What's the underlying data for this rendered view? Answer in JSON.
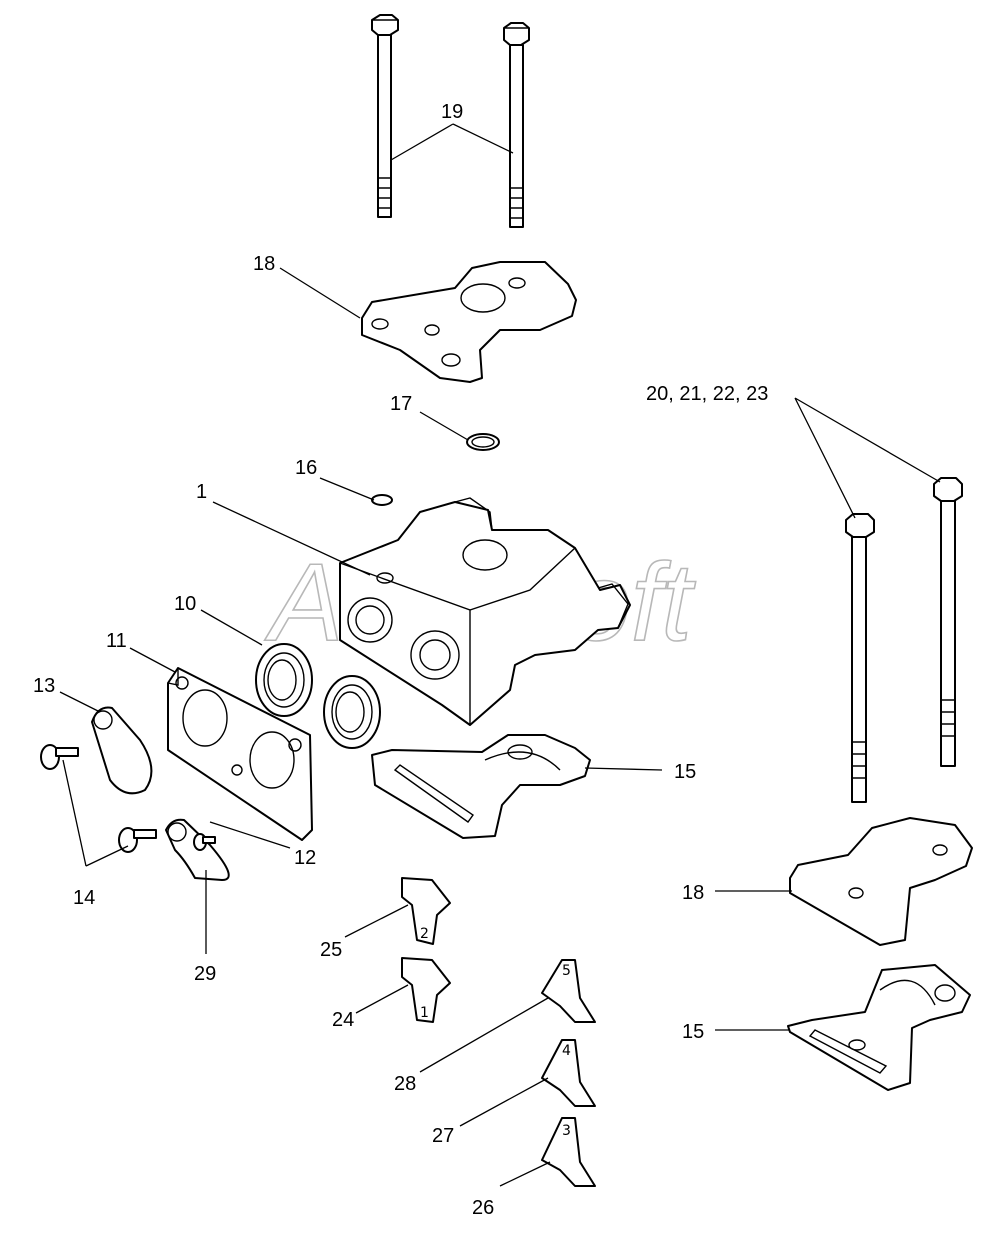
{
  "watermark": "AutoSoft",
  "callouts": {
    "c1": "1",
    "c10": "10",
    "c11": "11",
    "c12": "12",
    "c13": "13",
    "c14": "14",
    "c15a": "15",
    "c15b": "15",
    "c16": "16",
    "c17": "17",
    "c18a": "18",
    "c18b": "18",
    "c19": "19",
    "c20_23": "20, 21, 22, 23",
    "c24": "24",
    "c25": "25",
    "c26": "26",
    "c27": "27",
    "c28": "28",
    "c29": "29"
  },
  "plate_marks": {
    "p25": "2",
    "p24": "1",
    "p28": "5",
    "p27": "4",
    "p26": "3"
  }
}
